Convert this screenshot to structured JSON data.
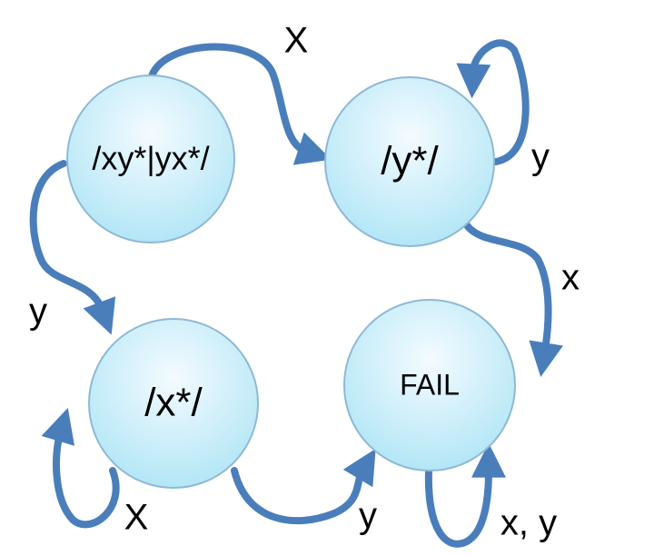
{
  "colors": {
    "state_fill_top": "#f4fbff",
    "state_fill_bottom": "#a9e3f5",
    "edge": "#4a7ebb"
  },
  "states": {
    "start": "/xy*|yx*/",
    "y_star": "/y*/",
    "x_star": "/x*/",
    "fail": "FAIL"
  },
  "transitions": {
    "start_to_y_star": "X",
    "y_star_self": "y",
    "y_star_to_fail": "x",
    "start_to_x_star": "y",
    "x_star_self": "X",
    "x_star_to_fail": "y",
    "fail_self": "x, y"
  }
}
